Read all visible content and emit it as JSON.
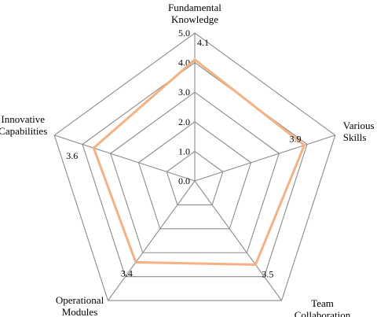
{
  "chart_data": {
    "type": "radar",
    "title": "",
    "categories": [
      "Fundamental Knowledge",
      "Various Skills",
      "Team Collaboration",
      "Operational Modules",
      "Innovative Capabilities"
    ],
    "category_lines": [
      [
        "Fundamental",
        "Knowledge"
      ],
      [
        "Various",
        "Skills"
      ],
      [
        "Team",
        "Collaboration"
      ],
      [
        "Operational",
        "Modules"
      ],
      [
        "Innovative",
        "Capabilities"
      ]
    ],
    "series": [
      {
        "values": [
          4.1,
          3.9,
          3.5,
          3.4,
          3.6
        ],
        "color": "#f4b183"
      }
    ],
    "rlim": [
      0,
      5
    ],
    "ticks": [
      0,
      1,
      2,
      3,
      4,
      5
    ],
    "tick_labels": [
      "0.0",
      "1.0",
      "2.0",
      "3.0",
      "4.0",
      "5.0"
    ],
    "data_labels": [
      "4.1",
      "3.9",
      "3.5",
      "3.4",
      "3.6"
    ],
    "grid": true,
    "legend": "none"
  }
}
